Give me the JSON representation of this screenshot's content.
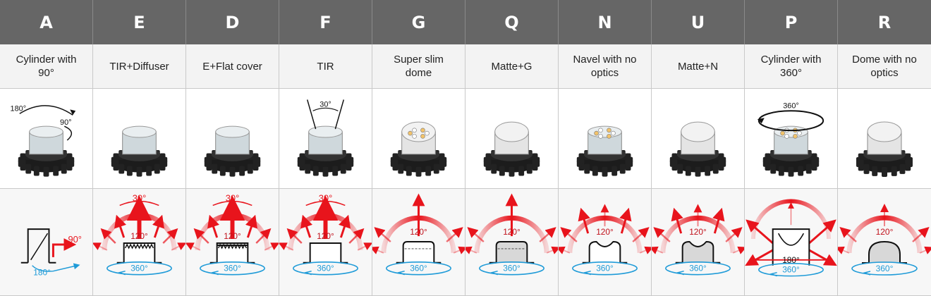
{
  "columns": [
    {
      "id": "A",
      "desc": "Cylinder with 90°",
      "photo_labels": [
        "180°",
        "90°"
      ],
      "diagram": "A",
      "diagram_labels": [
        "90°",
        "180°"
      ]
    },
    {
      "id": "E",
      "desc": "TIR+Diffuser",
      "photo_labels": [],
      "diagram": "E",
      "diagram_labels": [
        "30°",
        "120°",
        "360°"
      ]
    },
    {
      "id": "D",
      "desc": "E+Flat cover",
      "photo_labels": [],
      "diagram": "D",
      "diagram_labels": [
        "30°",
        "120°",
        "360°"
      ]
    },
    {
      "id": "F",
      "desc": "TIR",
      "photo_labels": [
        "30°"
      ],
      "diagram": "F",
      "diagram_labels": [
        "30°",
        "120°",
        "360°"
      ]
    },
    {
      "id": "G",
      "desc": "Super slim dome",
      "photo_labels": [],
      "diagram": "G",
      "diagram_labels": [
        "120°",
        "360°"
      ]
    },
    {
      "id": "Q",
      "desc": "Matte+G",
      "photo_labels": [],
      "diagram": "Q",
      "diagram_labels": [
        "120°",
        "360°"
      ]
    },
    {
      "id": "N",
      "desc": "Navel with no optics",
      "photo_labels": [],
      "diagram": "N",
      "diagram_labels": [
        "120°",
        "360°"
      ]
    },
    {
      "id": "U",
      "desc": "Matte+N",
      "photo_labels": [],
      "diagram": "U",
      "diagram_labels": [
        "120°",
        "360°"
      ]
    },
    {
      "id": "P",
      "desc": "Cylinder with 360°",
      "photo_labels": [
        "360°"
      ],
      "diagram": "P",
      "diagram_labels": [
        "180°",
        "360°"
      ]
    },
    {
      "id": "R",
      "desc": "Dome with no optics",
      "photo_labels": [],
      "diagram": "R",
      "diagram_labels": [
        "120°",
        "360°"
      ]
    }
  ],
  "colors": {
    "header_bg": "#666666",
    "header_text": "#ffffff",
    "red": "#e8141c",
    "blue": "#1f9bd8",
    "desc_bg": "#f3f3f3"
  }
}
